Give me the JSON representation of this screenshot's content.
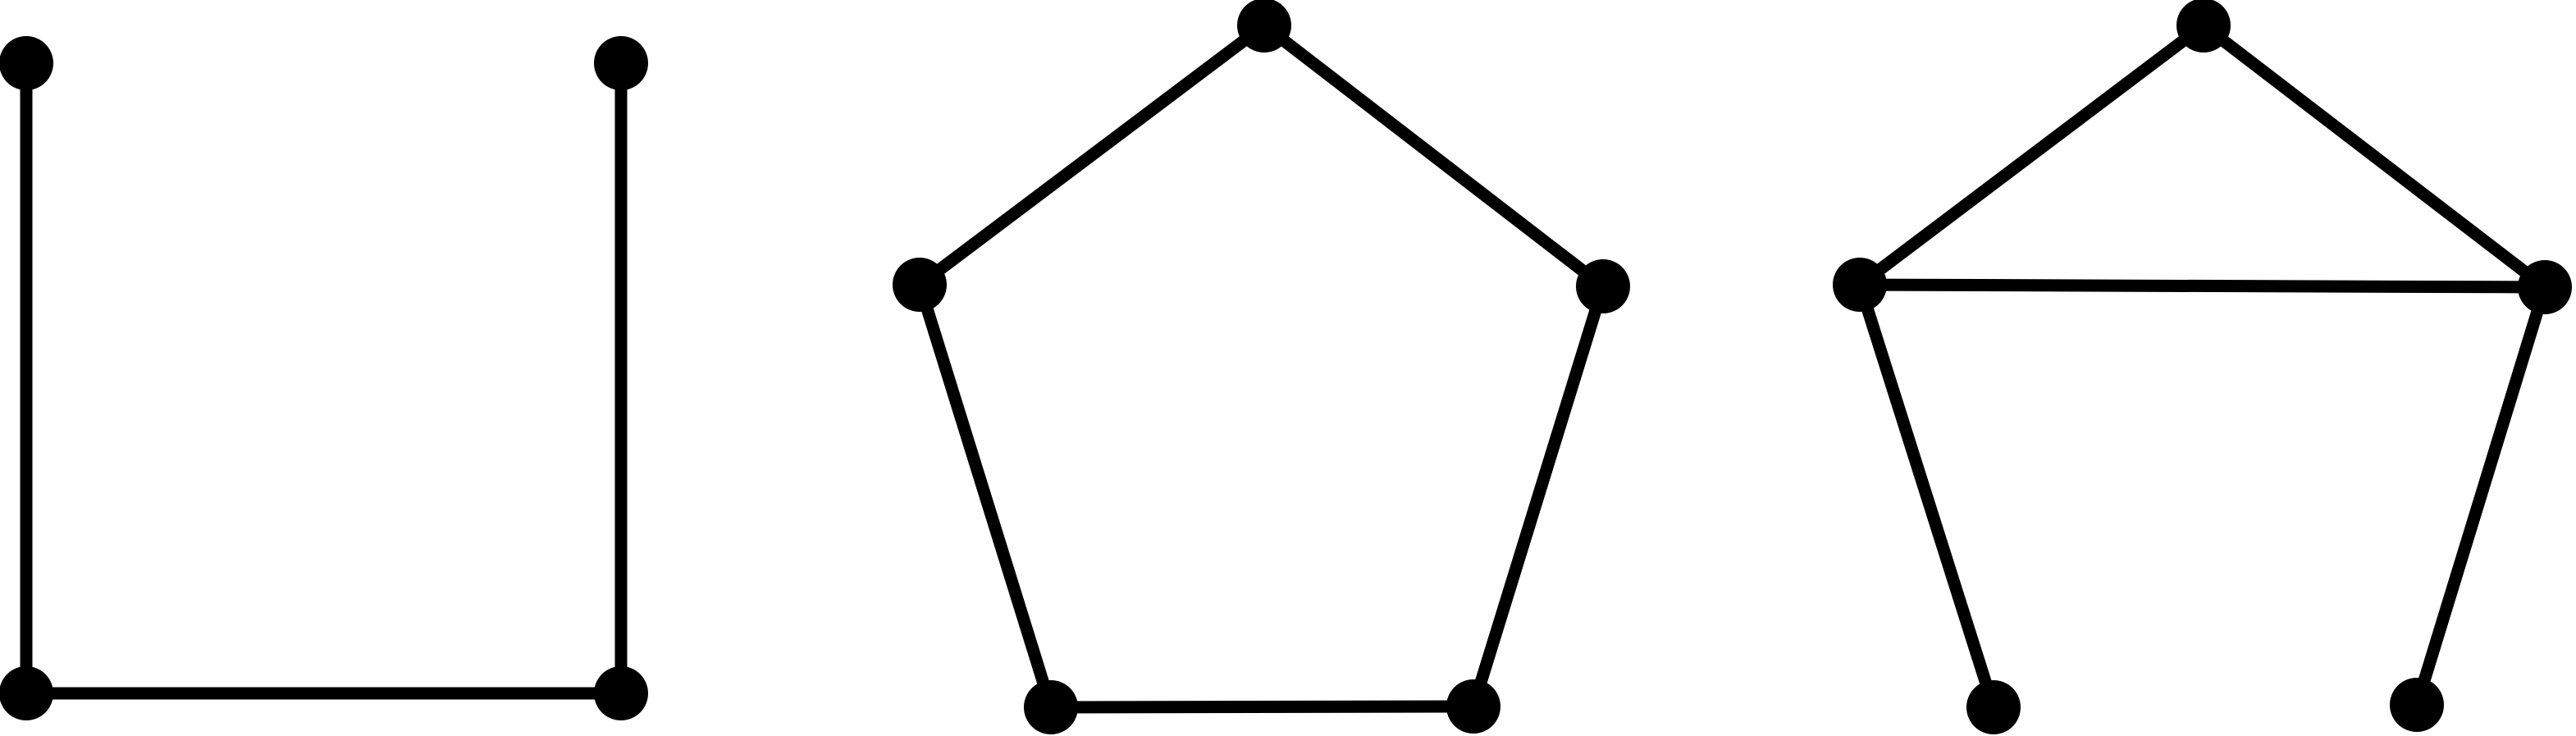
{
  "style": {
    "background": "#ffffff",
    "ink": "#000000"
  },
  "graphs": [
    {
      "id": "path-graph",
      "nodes": [
        "a",
        "b",
        "c",
        "d"
      ],
      "edges": [
        [
          "a",
          "b"
        ],
        [
          "b",
          "c"
        ],
        [
          "c",
          "d"
        ]
      ]
    },
    {
      "id": "cycle-graph",
      "nodes": [
        "a",
        "b",
        "c",
        "d",
        "e"
      ],
      "edges": [
        [
          "a",
          "b"
        ],
        [
          "b",
          "c"
        ],
        [
          "c",
          "d"
        ],
        [
          "d",
          "e"
        ],
        [
          "e",
          "a"
        ]
      ]
    },
    {
      "id": "bull-graph",
      "nodes": [
        "a",
        "b",
        "c",
        "d",
        "e"
      ],
      "edges": [
        [
          "a",
          "b"
        ],
        [
          "b",
          "c"
        ],
        [
          "c",
          "a"
        ],
        [
          "b",
          "d"
        ],
        [
          "c",
          "e"
        ]
      ]
    }
  ]
}
